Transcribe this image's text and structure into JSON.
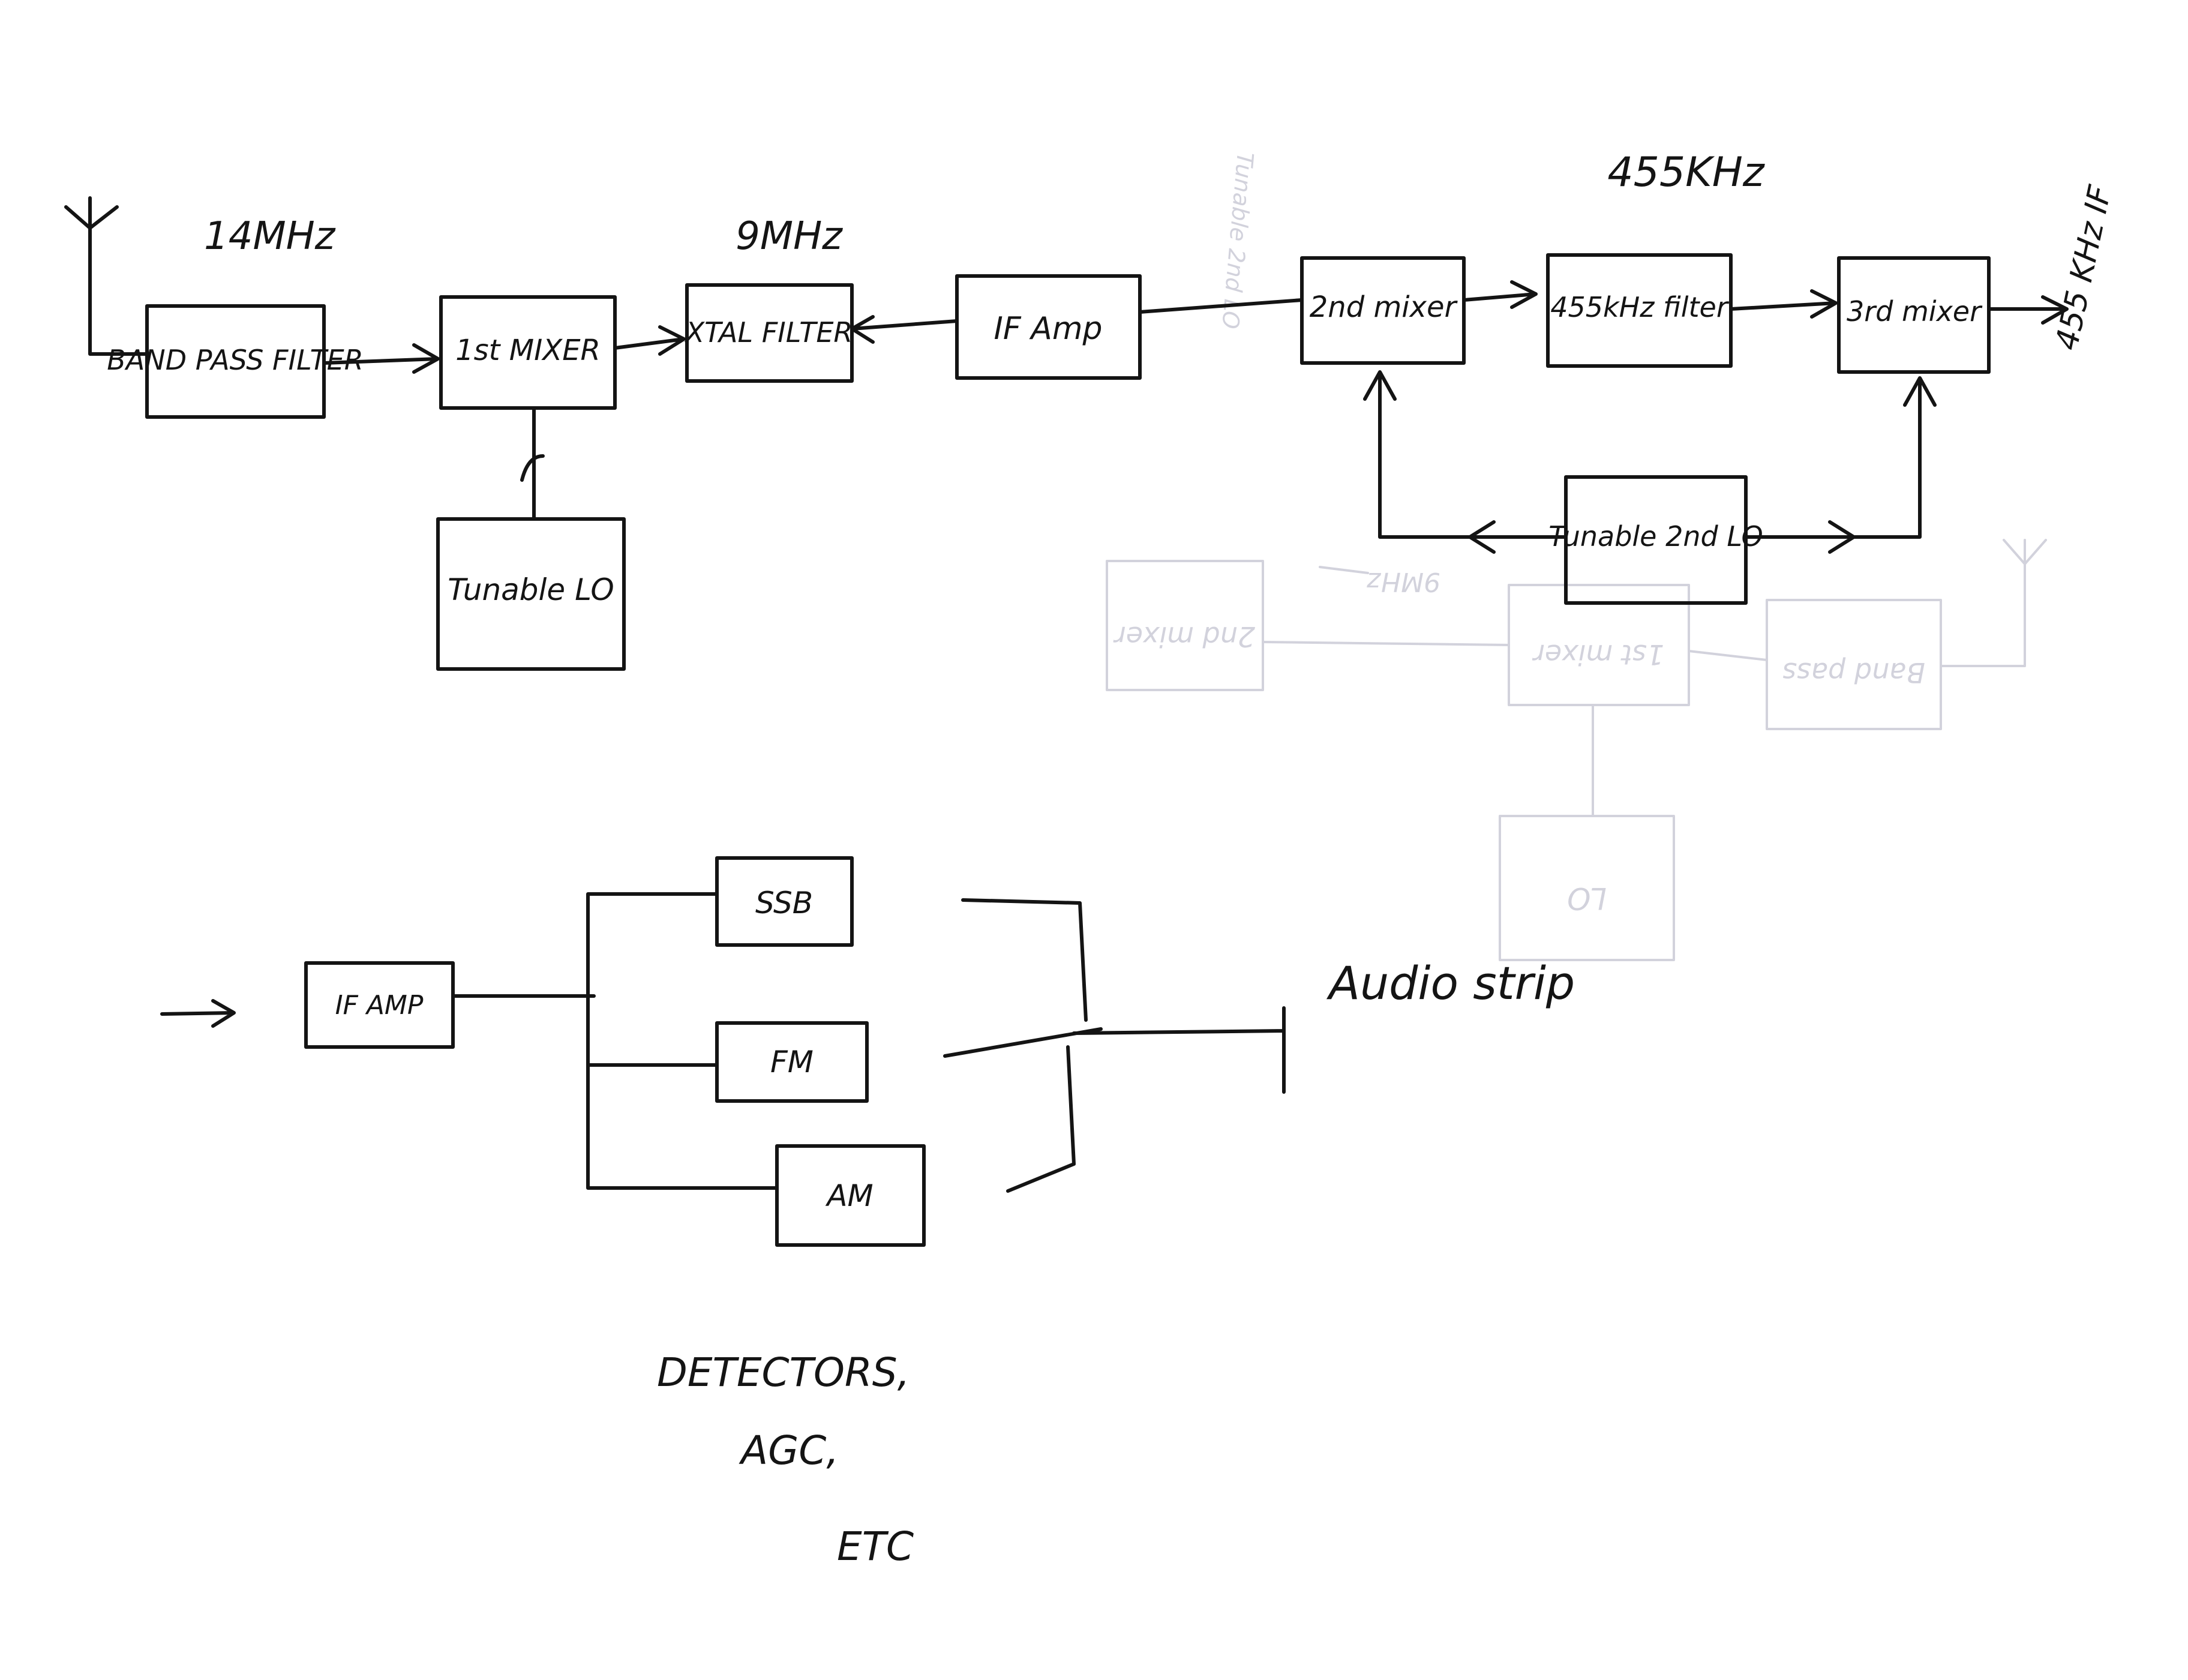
{
  "colors": {
    "ink": "#141414",
    "ghost": "#d2d2dc",
    "paper": "#ffffff"
  },
  "receiver": {
    "band_pass_filter": "BAND PASS FILTER",
    "first_mixer": "1st MIXER",
    "xtal_filter": "XTAL FILTER",
    "if_amp": "IF Amp",
    "tunable_lo": "Tunable LO",
    "second_mixer": "2nd mixer",
    "filter_455": "455kHz filter",
    "third_mixer": "3rd mixer",
    "tunable_2nd_lo": "Tunable 2nd LO",
    "freq_14mhz": "14MHz",
    "freq_9mhz": "9MHz",
    "freq_455khz": "455KHz",
    "output_if": "455 KHz IF"
  },
  "detector_stage": {
    "if_amp": "IF AMP",
    "ssb": "SSB",
    "fm": "FM",
    "am": "AM",
    "audio_strip": "Audio strip",
    "notes": [
      "DETECTORS,",
      "AGC,",
      "ETC"
    ]
  },
  "ghost_show_through": {
    "box_1": "2nd mixer",
    "box_2": "1st mixer",
    "box_3": "Band pass",
    "box_4": "LO",
    "freq": "9MHz",
    "side_text": "Tunable 2nd LO"
  }
}
